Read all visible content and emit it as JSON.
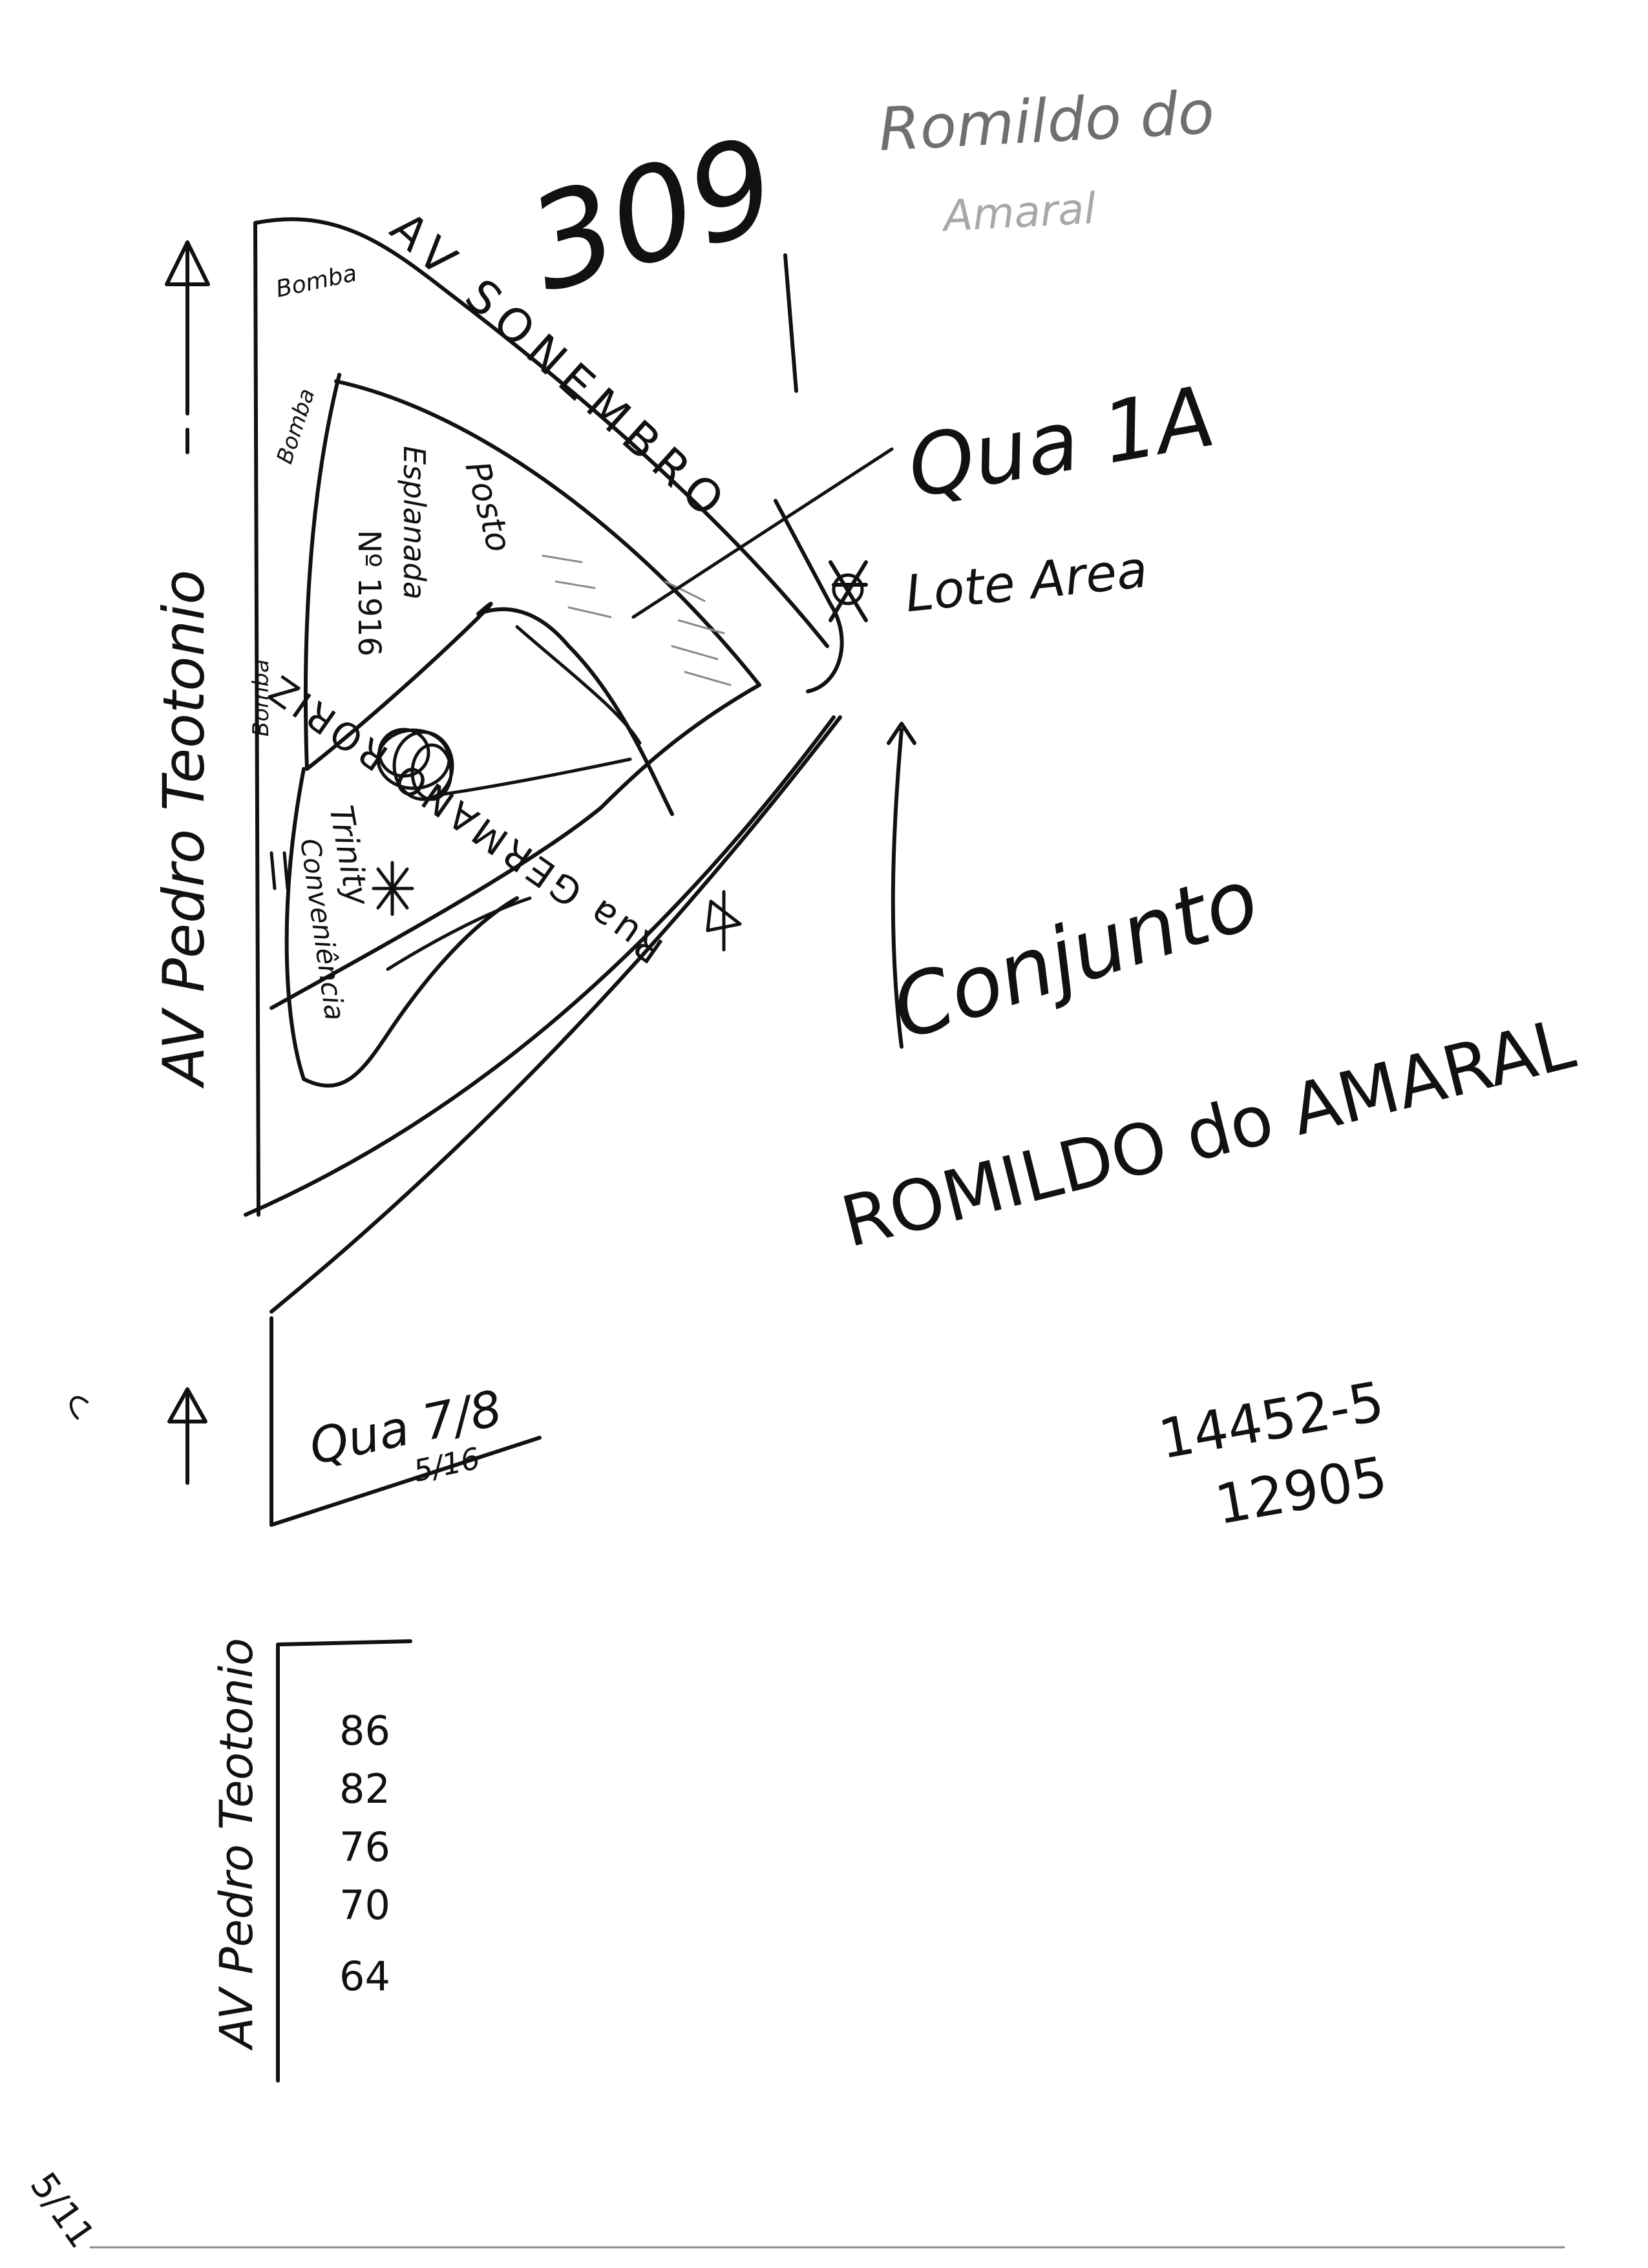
{
  "sheet": {
    "number": "309",
    "header_note_line1": "Romildo do",
    "header_note_line2": "Amaral"
  },
  "streets": {
    "av_sonembro": "AV SONEMBRO",
    "av_pedro_teotonio": "AV Pedro Teotonio",
    "rua_germano_roriz": "Rua GERMANO RORIZ",
    "av_pedro_teotonio_lower": "AV Pedro Teotonio"
  },
  "site_labels": {
    "bomba_1": "Bomba",
    "bomba_2": "Bomba",
    "bomba_3": "Bomba",
    "posto": "Posto",
    "posto_name": "Esplanada",
    "posto_number": "Nº 1916",
    "trinity": "Trinity",
    "conveniencia": "Conveniência",
    "quadra_1a": "Qua 1A",
    "lote_area": "Lote Area",
    "conjunto": "Conjunto",
    "conjunto_name": "ROMILDO do AMARAL",
    "quadra_lower": "Qua 7/8",
    "quadra_lower_sub": "5/16"
  },
  "figures": {
    "code_1": "14452-5",
    "code_2": "12905"
  },
  "lot_numbers": [
    "86",
    "82",
    "76",
    "70",
    "64"
  ],
  "corner_mark": "5/11"
}
